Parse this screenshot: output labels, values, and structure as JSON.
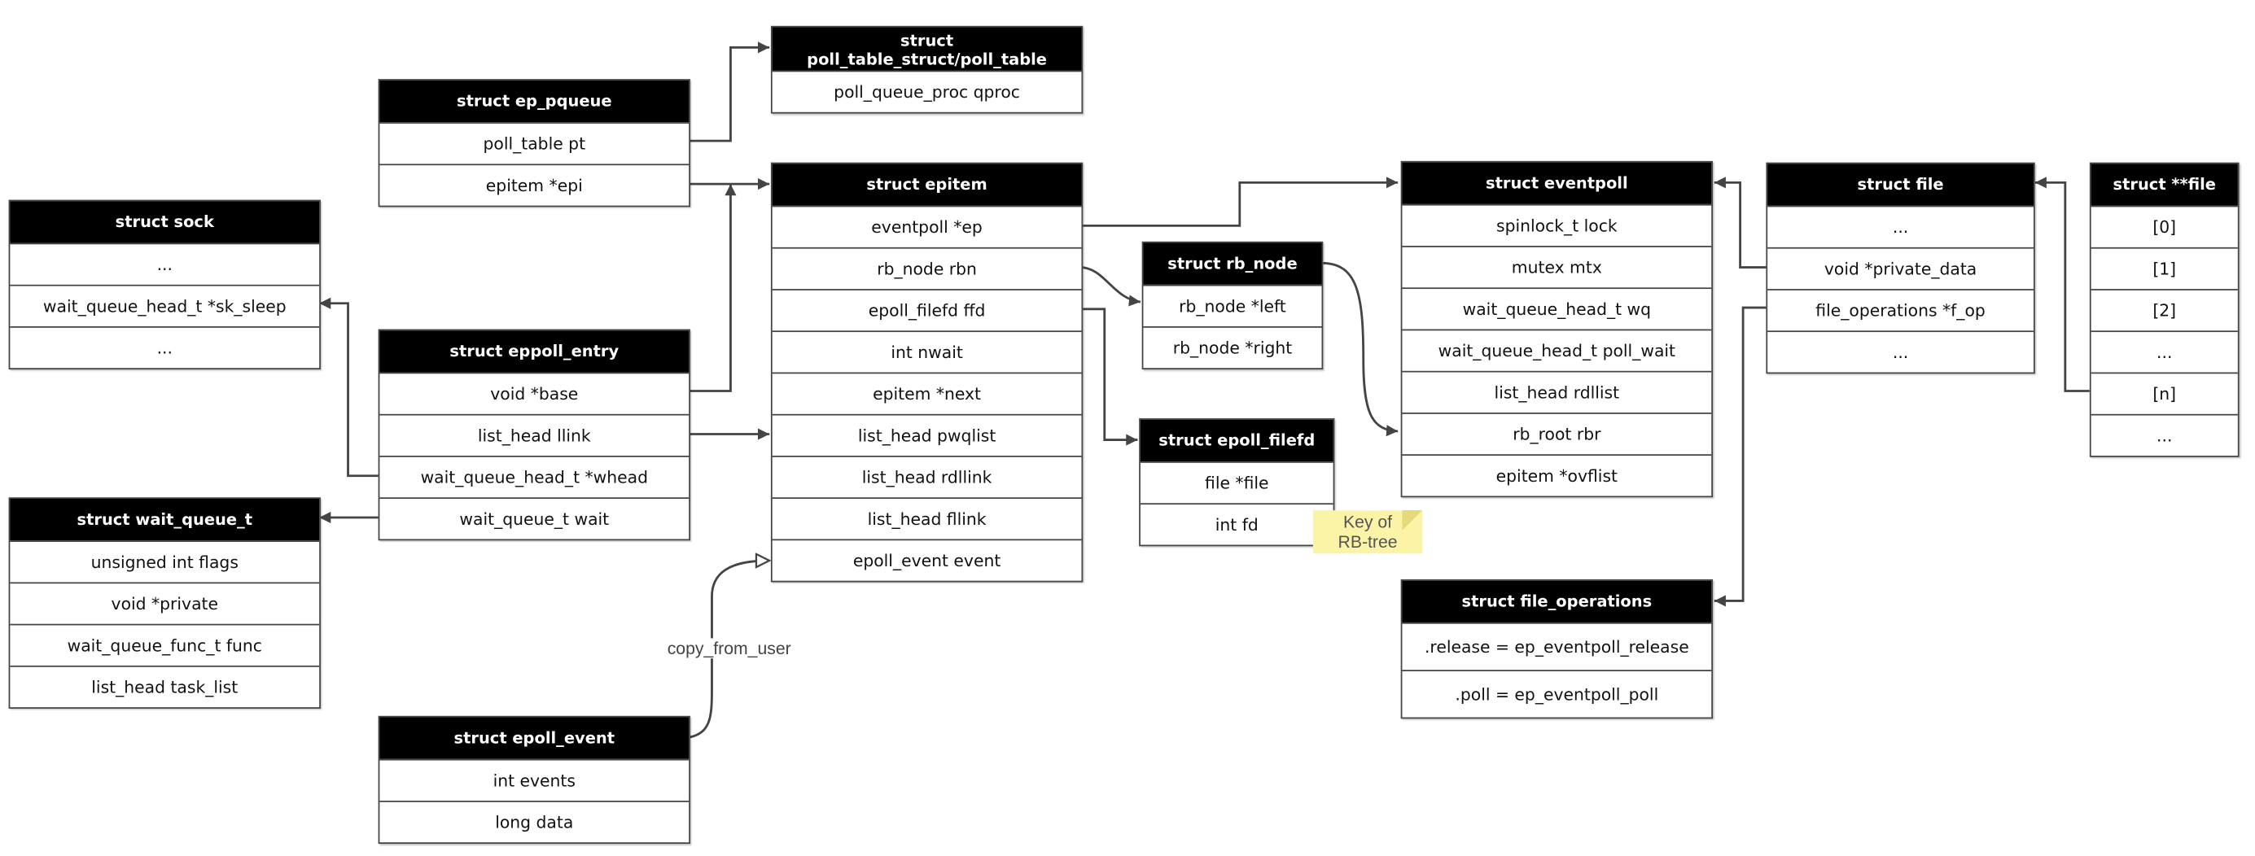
{
  "boxes": {
    "ep_pqueue": {
      "title": "struct ep_pqueue",
      "fields": [
        "poll_table pt",
        "epitem *epi"
      ]
    },
    "poll_table": {
      "title_line1": "struct",
      "title_line2": "poll_table_struct/poll_table",
      "fields": [
        "poll_queue_proc qproc"
      ]
    },
    "sock": {
      "title": "struct sock",
      "fields": [
        "...",
        "wait_queue_head_t *sk_sleep",
        "..."
      ]
    },
    "eppoll_entry": {
      "title": "struct eppoll_entry",
      "fields": [
        "void *base",
        "list_head llink",
        "wait_queue_head_t *whead",
        "wait_queue_t wait"
      ]
    },
    "wait_queue_t": {
      "title": "struct wait_queue_t",
      "fields": [
        "unsigned int flags",
        "void *private",
        "wait_queue_func_t func",
        "list_head task_list"
      ]
    },
    "epitem": {
      "title": "struct epitem",
      "fields": [
        "eventpoll *ep",
        "rb_node rbn",
        "epoll_filefd ffd",
        "int nwait",
        "epitem *next",
        "list_head pwqlist",
        "list_head rdllink",
        "list_head fllink",
        "epoll_event event"
      ]
    },
    "rb_node": {
      "title": "struct rb_node",
      "fields": [
        "rb_node *left",
        "rb_node *right"
      ]
    },
    "epoll_filefd": {
      "title": "struct epoll_filefd",
      "fields": [
        "file *file",
        "int fd"
      ]
    },
    "eventpoll": {
      "title": "struct eventpoll",
      "fields": [
        "spinlock_t lock",
        "mutex mtx",
        "wait_queue_head_t wq",
        "wait_queue_head_t poll_wait",
        "list_head rdllist",
        "rb_root rbr",
        "epitem *ovflist"
      ]
    },
    "file": {
      "title": "struct file",
      "fields": [
        "...",
        "void *private_data",
        "file_operations *f_op",
        "..."
      ]
    },
    "file_array": {
      "title": "struct **file",
      "fields": [
        "[0]",
        "[1]",
        "[2]",
        "...",
        "[n]",
        "..."
      ]
    },
    "file_operations": {
      "title": "struct file_operations",
      "fields": [
        ".release = ep_eventpoll_release",
        ".poll = ep_eventpoll_poll"
      ]
    },
    "epoll_event": {
      "title": "struct epoll_event",
      "fields": [
        "int events",
        "long data"
      ]
    }
  },
  "note": {
    "line1": "Key of",
    "line2": "RB-tree"
  },
  "edge_label": "copy_from_user"
}
